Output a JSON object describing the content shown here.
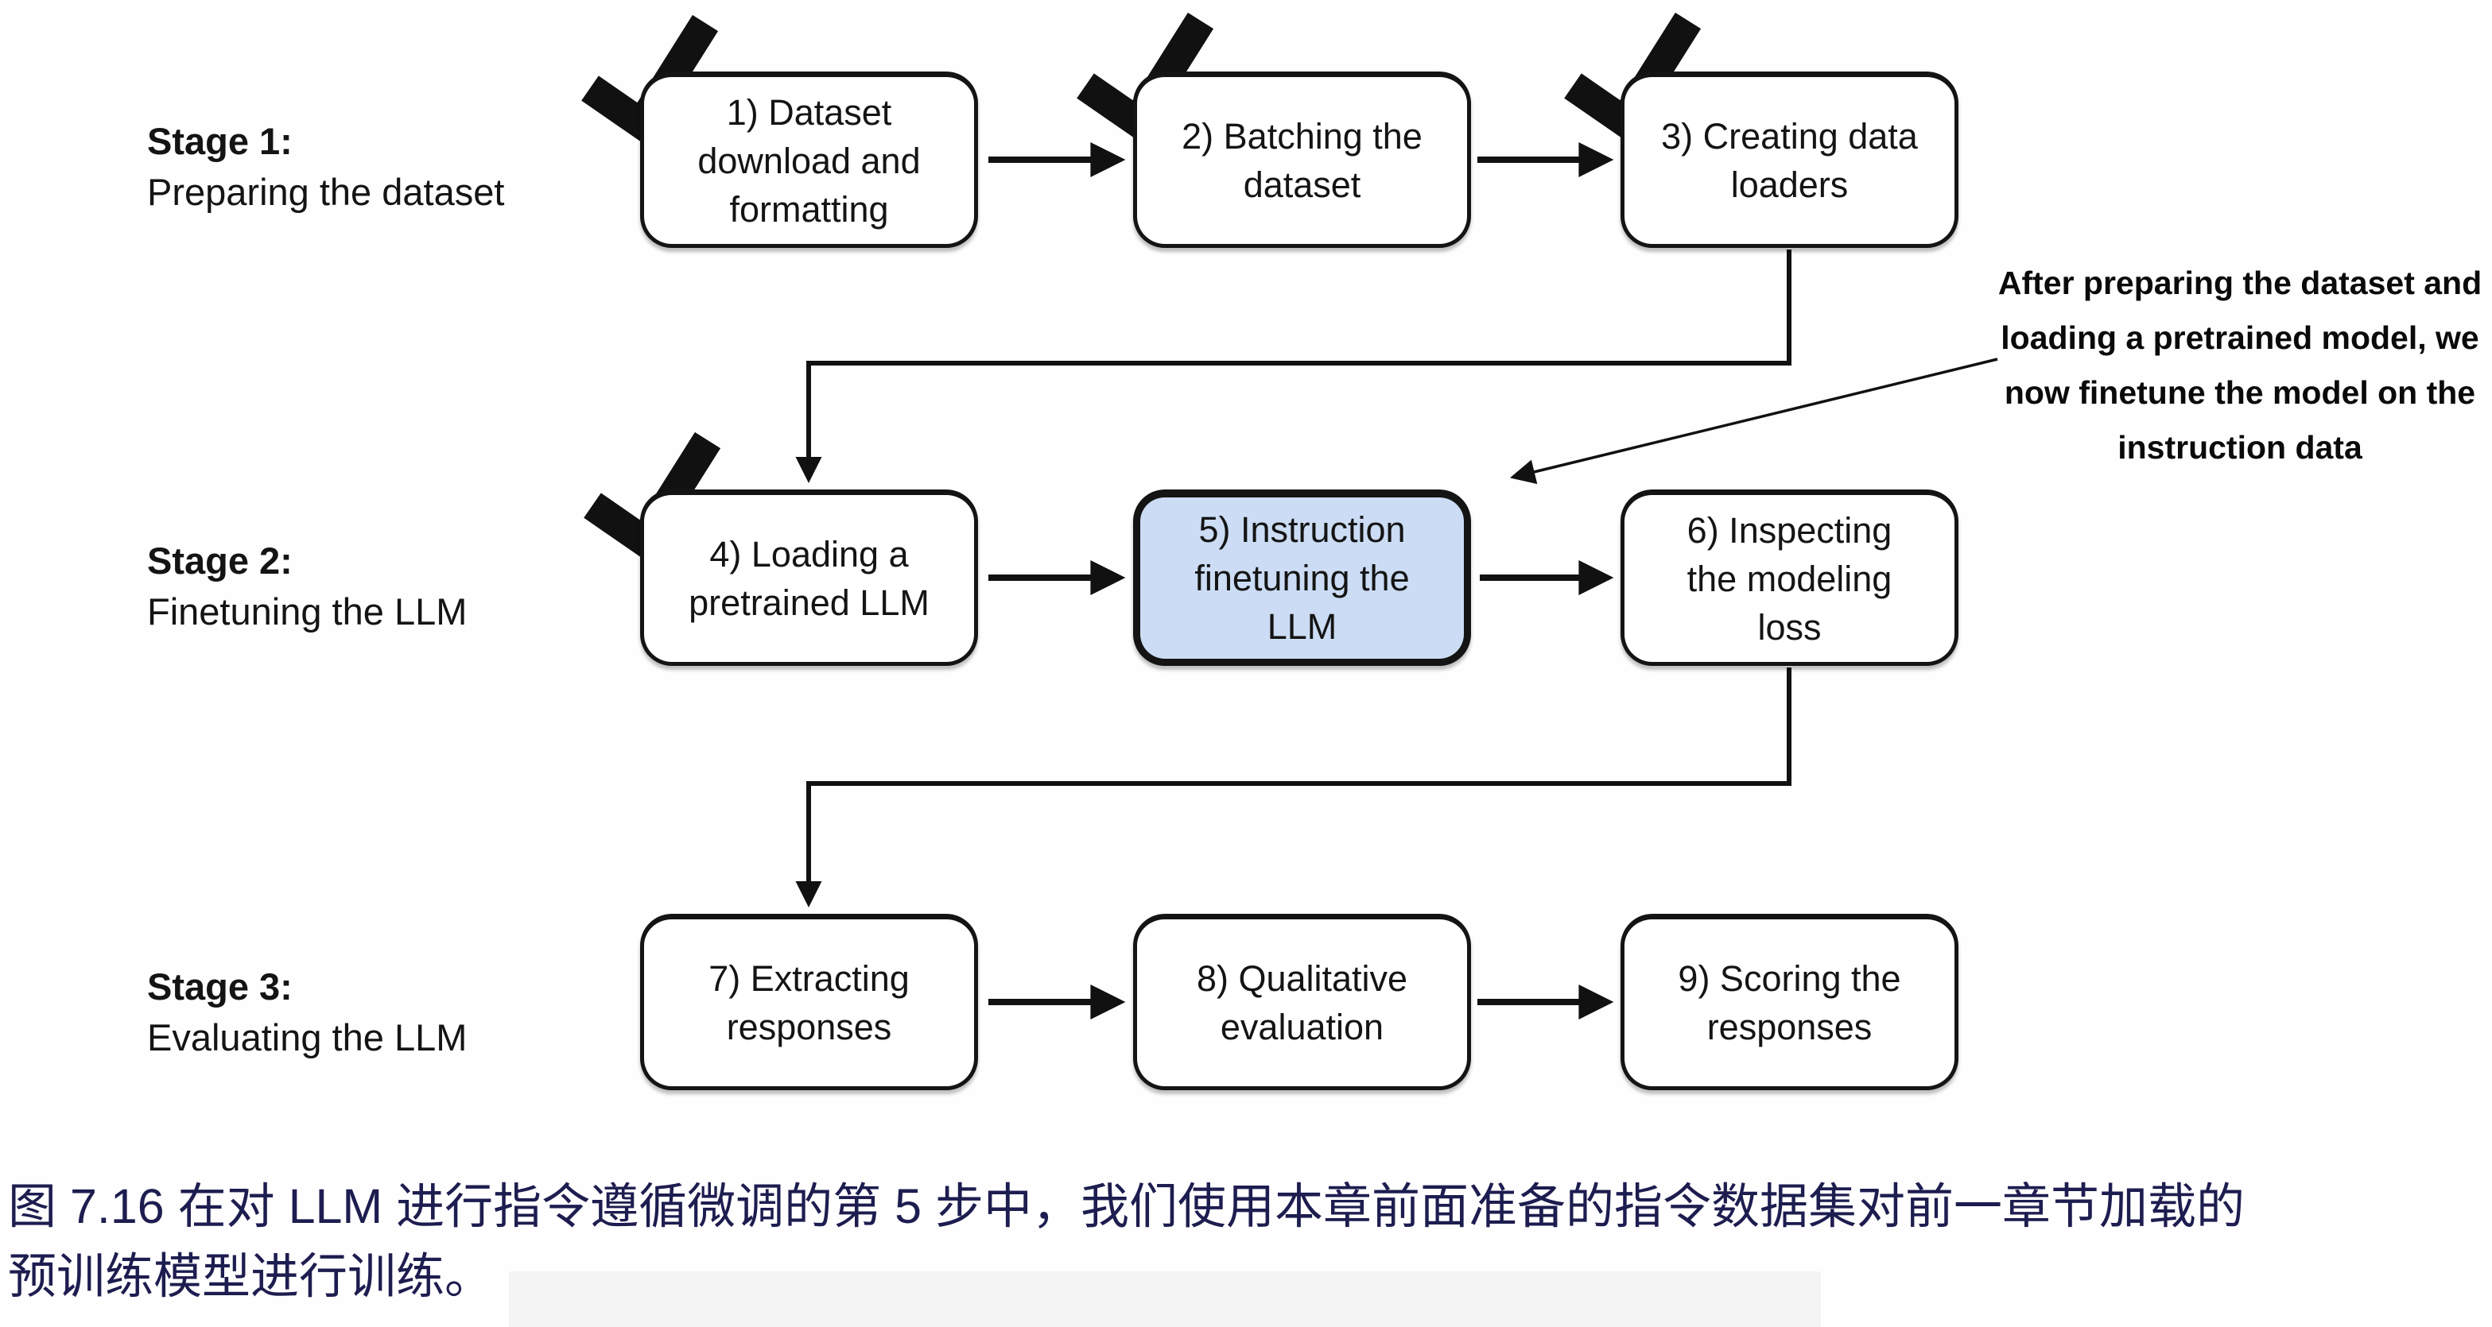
{
  "figure": {
    "stages": [
      {
        "title": "Stage 1:",
        "subtitle": "Preparing the dataset"
      },
      {
        "title": "Stage 2:",
        "subtitle": "Finetuning the LLM"
      },
      {
        "title": "Stage 3:",
        "subtitle": "Evaluating the LLM"
      }
    ],
    "boxes": [
      {
        "id": 1,
        "text": "1) Dataset download and formatting",
        "checked": true,
        "highlighted": false
      },
      {
        "id": 2,
        "text": "2) Batching the dataset",
        "checked": true,
        "highlighted": false
      },
      {
        "id": 3,
        "text": "3) Creating data loaders",
        "checked": true,
        "highlighted": false
      },
      {
        "id": 4,
        "text": "4) Loading a pretrained LLM",
        "checked": true,
        "highlighted": false
      },
      {
        "id": 5,
        "text": "5) Instruction finetuning the LLM",
        "checked": false,
        "highlighted": true
      },
      {
        "id": 6,
        "text": "6) Inspecting the modeling loss",
        "checked": false,
        "highlighted": false
      },
      {
        "id": 7,
        "text": "7) Extracting responses",
        "checked": false,
        "highlighted": false
      },
      {
        "id": 8,
        "text": "8) Qualitative evaluation",
        "checked": false,
        "highlighted": false
      },
      {
        "id": 9,
        "text": "9) Scoring the responses",
        "checked": false,
        "highlighted": false
      }
    ],
    "annotation": {
      "lines": [
        "After preparing the dataset and",
        "loading a pretrained model, we",
        "now finetune the model on the",
        "instruction data"
      ]
    }
  },
  "caption": {
    "lines": [
      "图 7.16 在对 LLM 进行指令遵循微调的第 5 步中，我们使用本章前面准备的指令数据集对前一章节加载的",
      "预训练模型进行训练。"
    ]
  },
  "colors": {
    "highlight_fill": "#cbdcf4",
    "box_border": "#141414",
    "caption_text": "#1d1d50",
    "diagram_ink": "#111111"
  }
}
